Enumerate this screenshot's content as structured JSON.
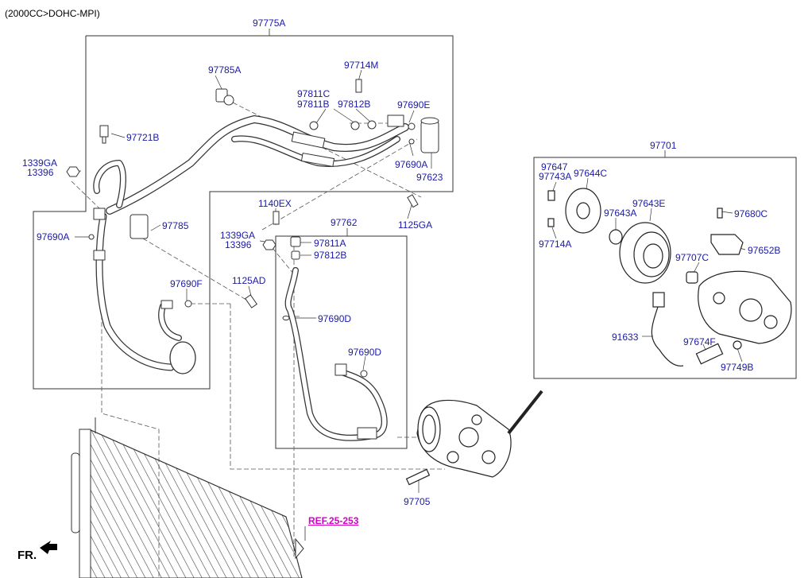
{
  "header": {
    "engine": "(2000CC>DOHC-MPI)"
  },
  "direction": {
    "label": "FR."
  },
  "reference": {
    "label": "REF.25-253"
  },
  "groups": {
    "left_hose_kit": "97775A",
    "center_hose_kit": "97762",
    "compressor_assy": "97701"
  },
  "parts": {
    "p97785A": "97785A",
    "p97714M_top": "97714M",
    "p97811C": "97811C",
    "p97811B": "97811B",
    "p97812B_top": "97812B",
    "p97690E": "97690E",
    "p97721B": "97721B",
    "p1339GA_left": "1339GA",
    "p13396_left": "13396",
    "p97690A_right": "97690A",
    "p97623": "97623",
    "p1140EX": "1140EX",
    "p1125GA": "1125GA",
    "p97690A_left": "97690A",
    "p97785": "97785",
    "p1339GA_mid": "1339GA",
    "p13396_mid": "13396",
    "p97811A": "97811A",
    "p97812B_mid": "97812B",
    "p97690F": "97690F",
    "p1125AD": "1125AD",
    "p97690D_a": "97690D",
    "p97690D_b": "97690D",
    "p97705": "97705",
    "p97647": "97647",
    "p97743A": "97743A",
    "p97644C": "97644C",
    "p97714A": "97714A",
    "p97643A": "97643A",
    "p97643E": "97643E",
    "p97680C": "97680C",
    "p97707C": "97707C",
    "p97652B": "97652B",
    "p91633": "91633",
    "p97674F": "97674F",
    "p97749B": "97749B"
  }
}
